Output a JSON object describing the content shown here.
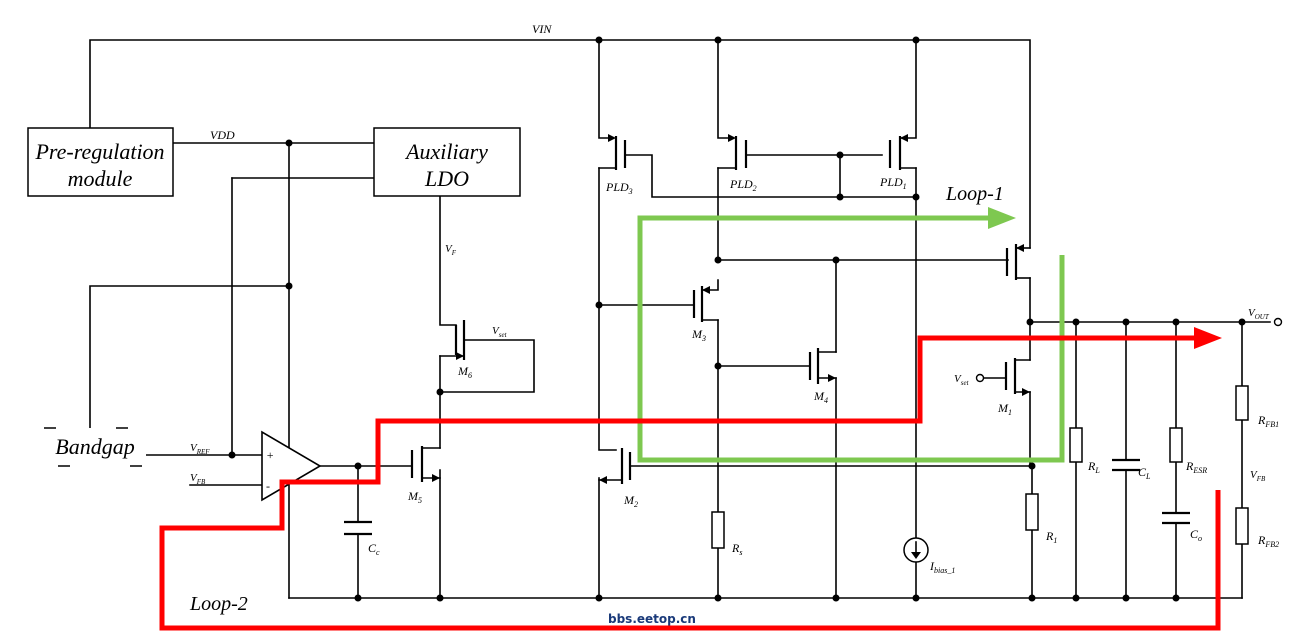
{
  "blocks": {
    "pre_regulation_line1": "Pre-regulation",
    "pre_regulation_line2": "module",
    "aux_ldo_line1": "Auxiliary",
    "aux_ldo_line2": "LDO",
    "bandgap": "Bandgap"
  },
  "nets": {
    "vin": "VIN",
    "vdd": "VDD",
    "vf": "V",
    "vf_sub": "F",
    "vset_a": "V",
    "vset_a_sub": "set",
    "vset_b": "V",
    "vset_b_sub": "set",
    "vref": "V",
    "vref_sub": "REF",
    "vfb_in": "V",
    "vfb_in_sub": "FB",
    "vout": "V",
    "vout_sub": "OUT",
    "vfb_div": "V",
    "vfb_div_sub": "FB"
  },
  "components": {
    "pld3": "PLD",
    "pld3_sub": "3",
    "pld2": "PLD",
    "pld2_sub": "2",
    "pld1": "PLD",
    "pld1_sub": "1",
    "m1": "M",
    "m1_sub": "1",
    "m2": "M",
    "m2_sub": "2",
    "m3": "M",
    "m3_sub": "3",
    "m4": "M",
    "m4_sub": "4",
    "m5": "M",
    "m5_sub": "5",
    "m6": "M",
    "m6_sub": "6",
    "cc": "C",
    "cc_sub": "c",
    "rs": "R",
    "rs_sub": "s",
    "ibias": "I",
    "ibias_sub": "bias_1",
    "r1": "R",
    "r1_sub": "1",
    "rl": "R",
    "rl_sub": "L",
    "cl": "C",
    "cl_sub": "L",
    "resr": "R",
    "resr_sub": "ESR",
    "co": "C",
    "co_sub": "o",
    "rfb1": "R",
    "rfb1_sub": "FB1",
    "rfb2": "R",
    "rfb2_sub": "FB2",
    "opamp_plus": "+",
    "opamp_minus": "-"
  },
  "loops": {
    "loop1": "Loop-1",
    "loop2": "Loop-2",
    "loop1_color": "#7ec850",
    "loop2_color": "#ff0000"
  },
  "watermark": "bbs.eetop.cn"
}
